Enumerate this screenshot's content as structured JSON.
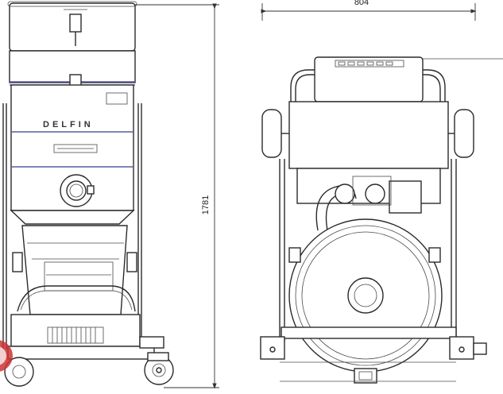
{
  "front_view": {
    "brand_label": "DELFIN",
    "height_dimension": "1781"
  },
  "side_view": {
    "width_dimension": "804"
  },
  "colors": {
    "line": "#2b2b2b",
    "accent_band": "#5a5aa8",
    "badge": "#cc3333"
  }
}
